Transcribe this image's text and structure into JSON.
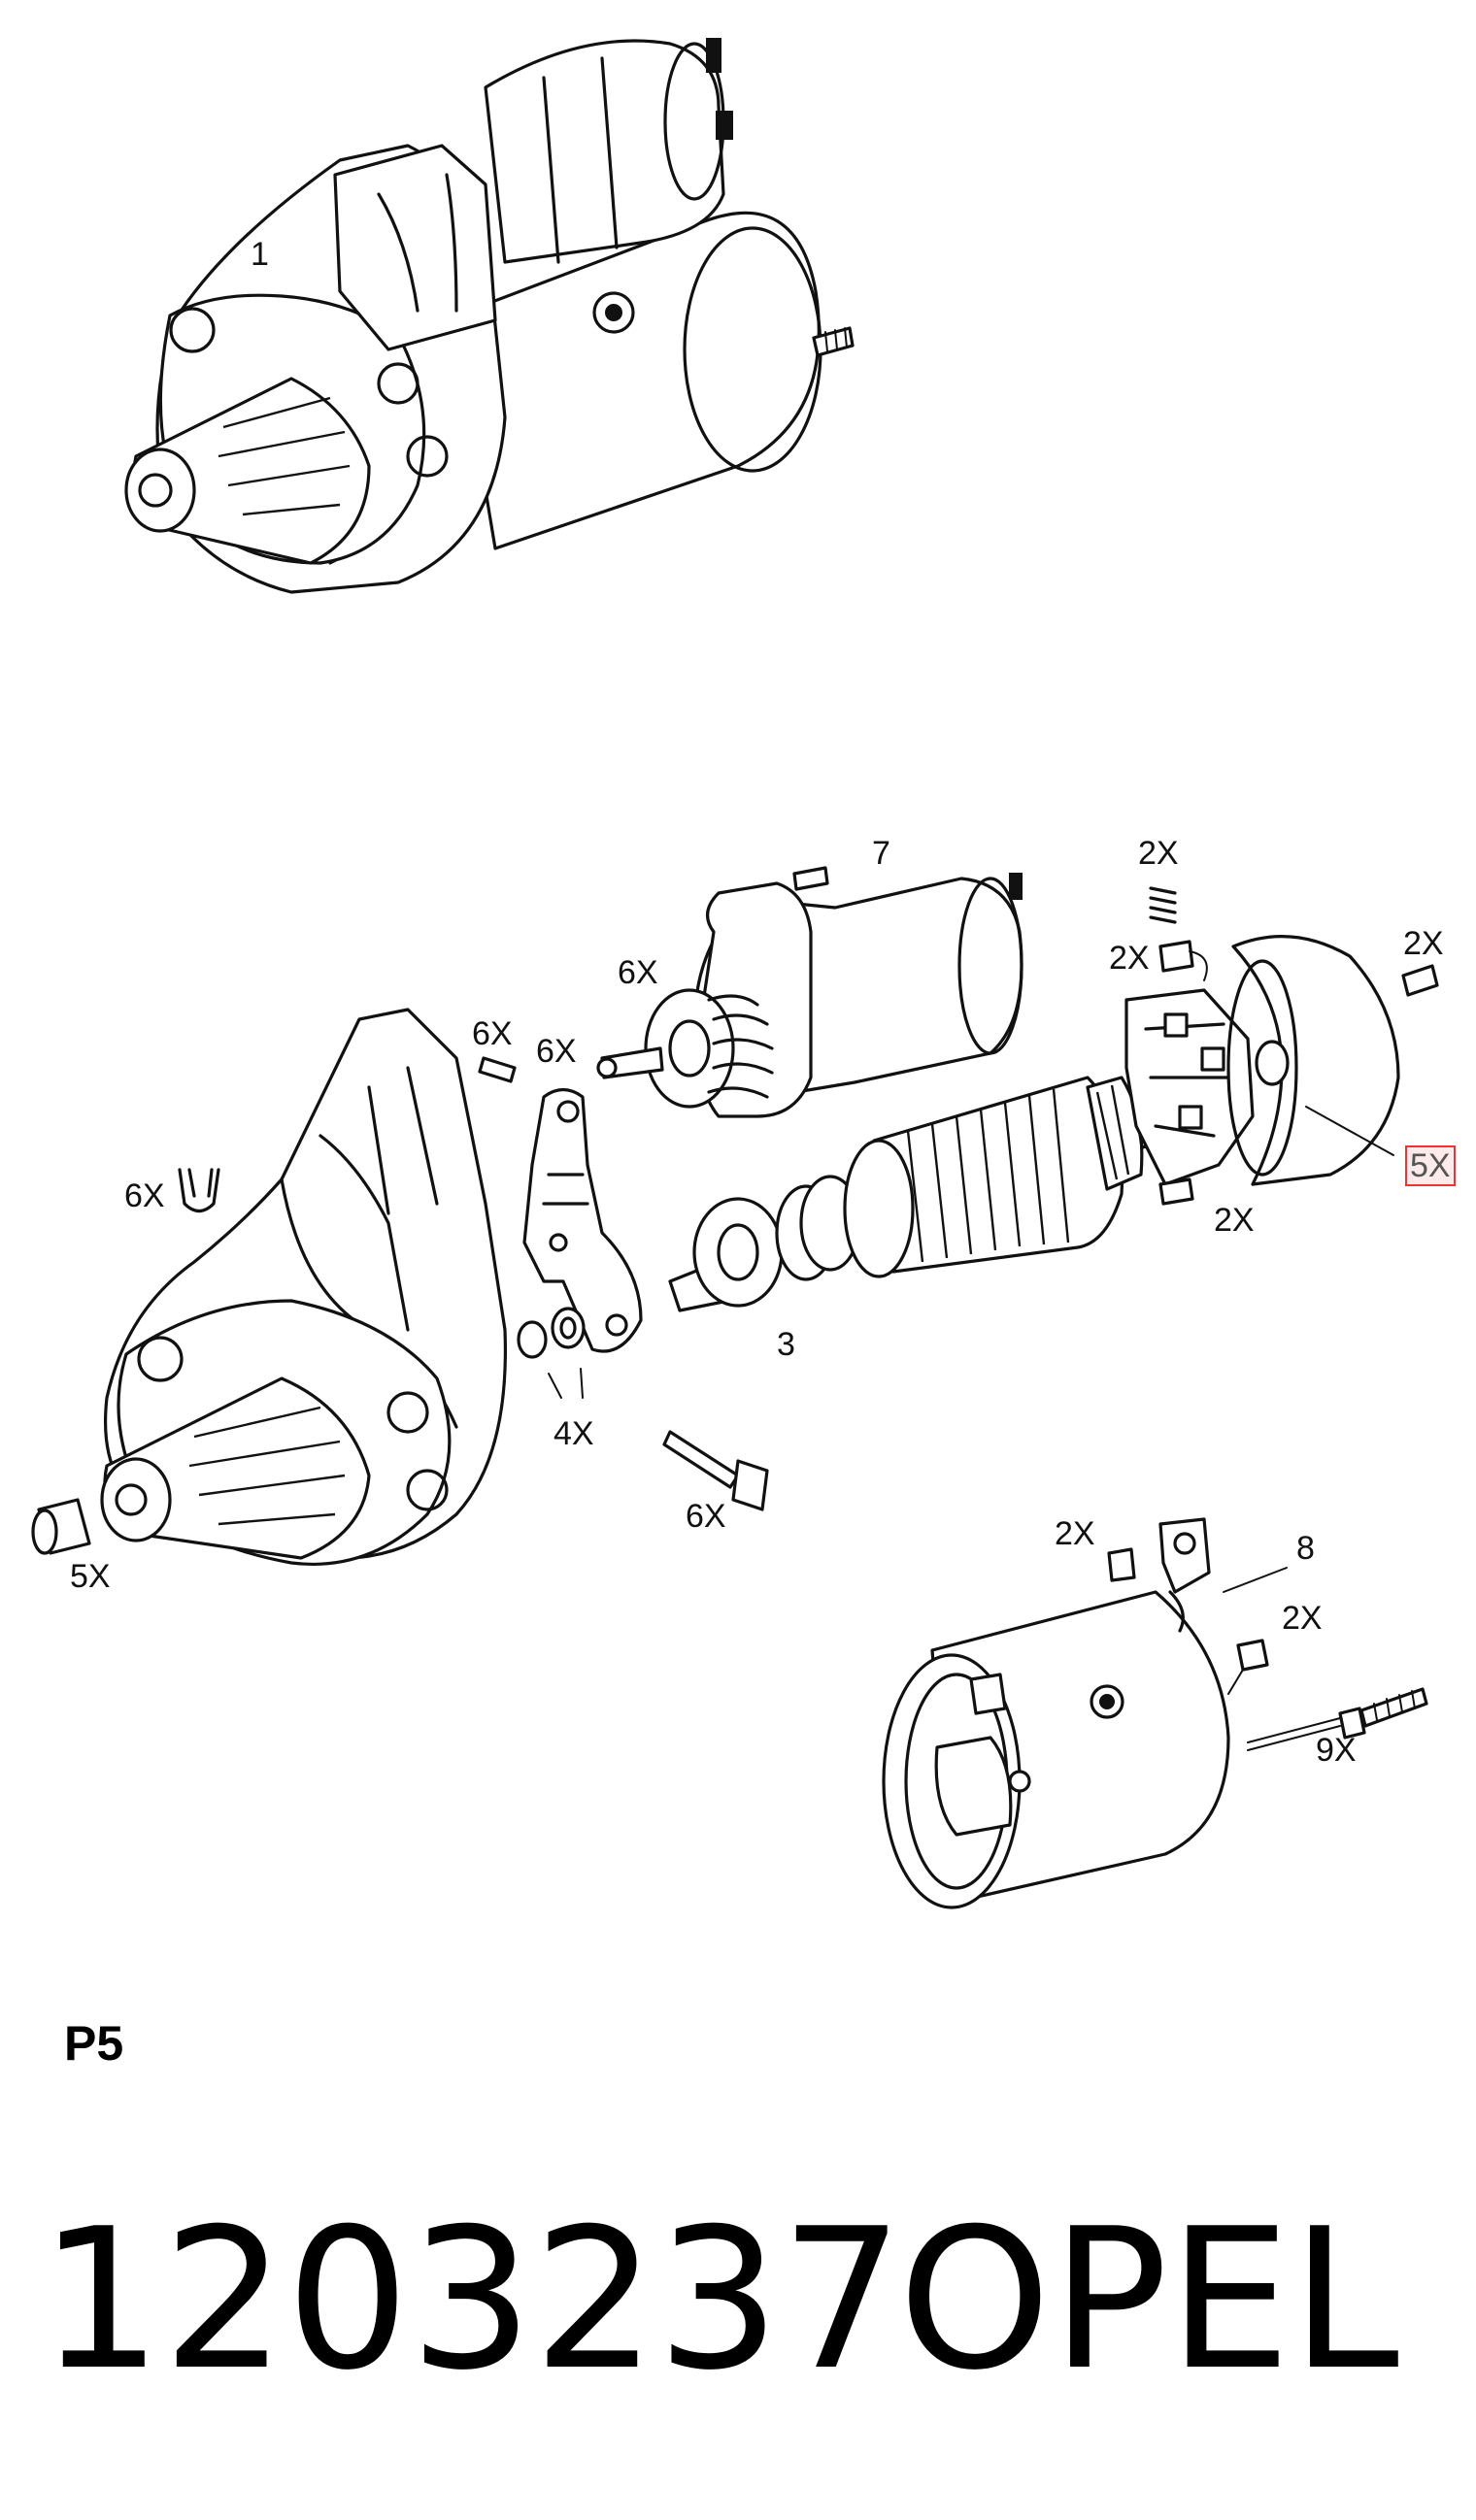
{
  "diagram": {
    "callouts": {
      "c1": "1",
      "c7": "7",
      "c2x_spring": "2X",
      "c2x_clip": "2X",
      "c2x_screw": "2X",
      "c6x_plunger": "6X",
      "c6x_pin": "6X",
      "c6x_lever": "6X",
      "c6x_clip": "6X",
      "c5x_highlight": "5X",
      "c2x_brush": "2X",
      "c3": "3",
      "c4x": "4X",
      "c6x_bolt": "6X",
      "c5x_bush": "5X",
      "c2x_terminal": "2X",
      "c8": "8",
      "c2x_term2": "2X",
      "c9x": "9X"
    },
    "page_code": "P5"
  },
  "footer": {
    "part_number": "1203237",
    "brand": "OPEL"
  }
}
